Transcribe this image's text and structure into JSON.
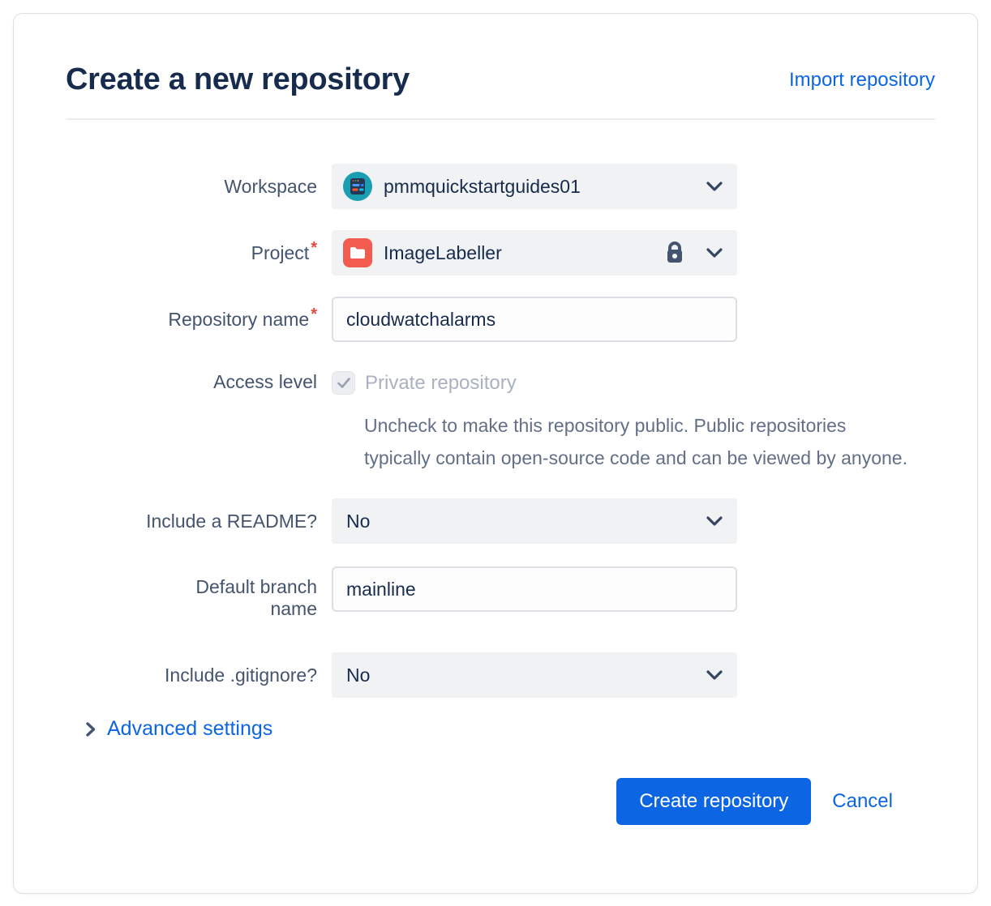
{
  "header": {
    "title": "Create a new repository",
    "import_link": "Import repository"
  },
  "form": {
    "workspace": {
      "label": "Workspace",
      "value": "pmmquickstartguides01"
    },
    "project": {
      "label": "Project",
      "required_mark": "*",
      "value": "ImageLabeller",
      "private": true
    },
    "repository_name": {
      "label": "Repository name",
      "required_mark": "*",
      "value": "cloudwatchalarms"
    },
    "access_level": {
      "label": "Access level",
      "checkbox_label": "Private repository",
      "checked": true,
      "disabled": true,
      "help_text": "Uncheck to make this repository public. Public repositories typically contain open-source code and can be viewed by anyone."
    },
    "include_readme": {
      "label": "Include a README?",
      "value": "No"
    },
    "default_branch_name": {
      "label": "Default branch name",
      "value": "mainline"
    },
    "include_gitignore": {
      "label": "Include .gitignore?",
      "value": "No"
    }
  },
  "advanced_settings": {
    "label": "Advanced settings"
  },
  "actions": {
    "create_label": "Create repository",
    "cancel_label": "Cancel"
  },
  "icons": {
    "workspace_avatar": "teal-circle-workspace-avatar",
    "project_avatar": "red-folder-project-avatar",
    "lock": "lock-icon",
    "chevron_down": "chevron-down-icon",
    "chevron_right": "chevron-right-icon",
    "check": "checkmark-icon"
  },
  "colors": {
    "primary_blue": "#0C66E4",
    "title_text": "#172B4D",
    "label_text": "#44546F",
    "required_red": "#E2483D",
    "field_bg": "#F1F2F4",
    "input_border": "#DCDFE4",
    "disabled_text": "#A9B2C0",
    "help_text": "#626F86",
    "avatar_teal": "#1A9FB2",
    "avatar_navy": "#253858",
    "project_red": "#F15B50",
    "icon_slate": "#44546F"
  }
}
